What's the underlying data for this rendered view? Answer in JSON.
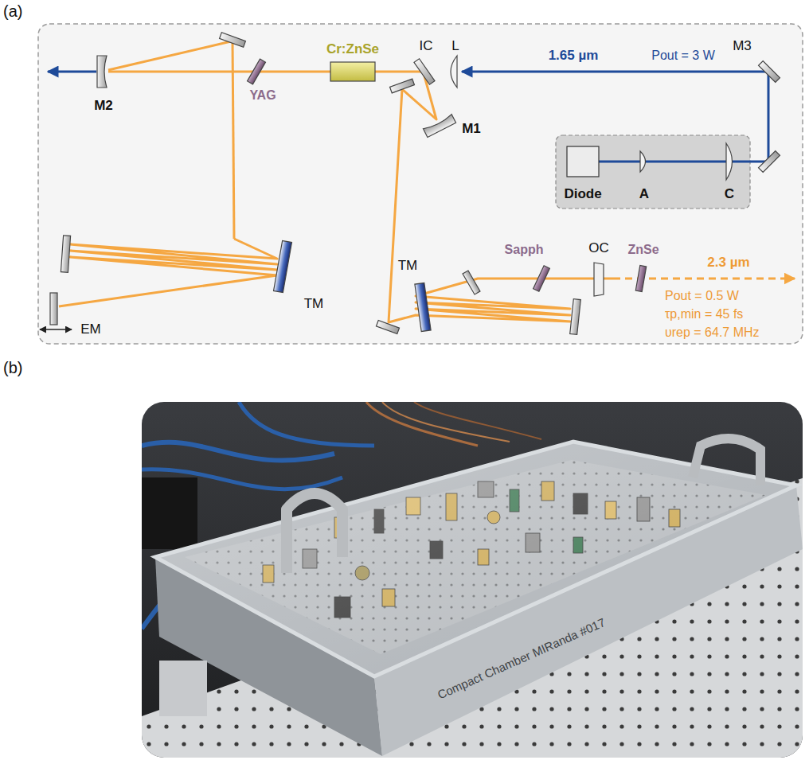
{
  "diagram": {
    "labels": [
      "(a)",
      "1.65 µm",
      "Pout = 3 W",
      "Cr:ZnSe",
      "IC",
      "L",
      "M2",
      "YAG",
      "M3",
      "M1",
      "Diode",
      "A",
      "C",
      "TM",
      "EM",
      "TM",
      "Sapph",
      "OC",
      "ZnSe",
      "2.3 µm",
      "Pout = 0.5 W",
      "τp,min = 45 fs",
      "υrep = 64.7 MHz",
      "(b)",
      "Compact Chamber MIRanda #017"
    ]
  }
}
